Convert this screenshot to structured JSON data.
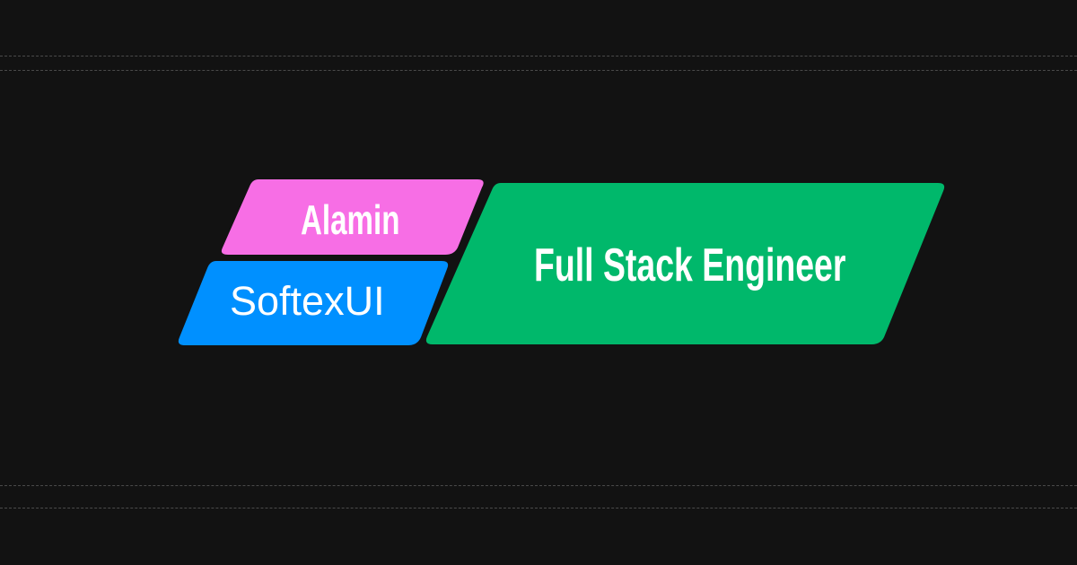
{
  "name": "Alamin",
  "company": "SoftexUI",
  "role": "Full Stack Engineer",
  "colors": {
    "background": "#121212",
    "name_bg": "#f76ee5",
    "company_bg": "#0090ff",
    "role_bg": "#00b86b",
    "text": "#ffffff"
  }
}
